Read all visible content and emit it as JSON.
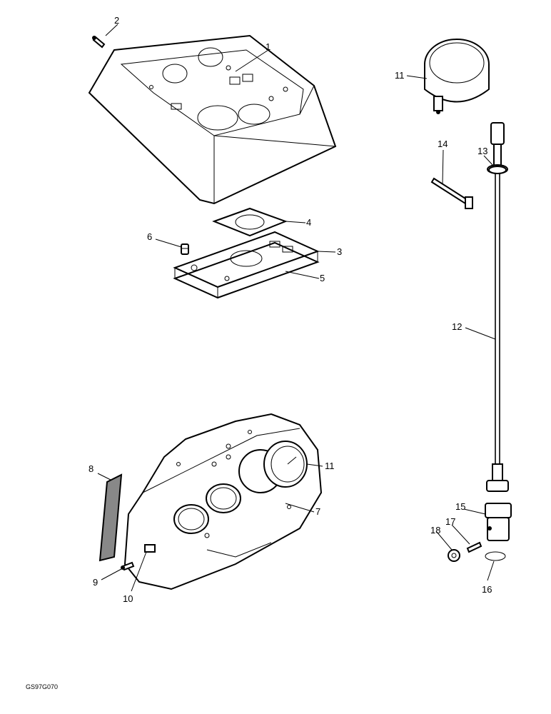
{
  "diagram": {
    "reference_code": "GS97G070",
    "callouts": [
      {
        "id": "c1",
        "text": "1"
      },
      {
        "id": "c2",
        "text": "2"
      },
      {
        "id": "c3",
        "text": "3"
      },
      {
        "id": "c4",
        "text": "4"
      },
      {
        "id": "c5",
        "text": "5"
      },
      {
        "id": "c6",
        "text": "6"
      },
      {
        "id": "c7",
        "text": "7"
      },
      {
        "id": "c8",
        "text": "8"
      },
      {
        "id": "c9",
        "text": "9"
      },
      {
        "id": "c10",
        "text": "10"
      },
      {
        "id": "c11a",
        "text": "11"
      },
      {
        "id": "c11b",
        "text": "11"
      },
      {
        "id": "c12",
        "text": "12"
      },
      {
        "id": "c13",
        "text": "13"
      },
      {
        "id": "c14",
        "text": "14"
      },
      {
        "id": "c15",
        "text": "15"
      },
      {
        "id": "c16",
        "text": "16"
      },
      {
        "id": "c17",
        "text": "17"
      },
      {
        "id": "c18",
        "text": "18"
      }
    ]
  }
}
